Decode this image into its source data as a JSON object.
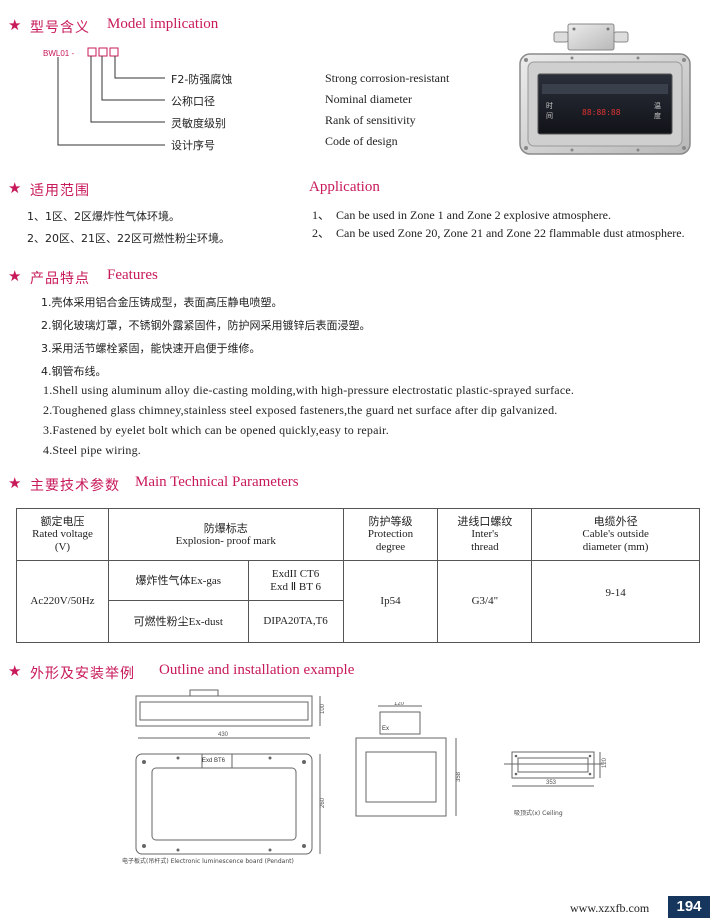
{
  "model_section": {
    "title_cn": "型号含义",
    "title_en": "Model implication",
    "code_prefix": "BWL01 -",
    "items": [
      {
        "cn": "F2-防强腐蚀",
        "en": "Strong corrosion-resistant"
      },
      {
        "cn": "公称口径",
        "en": "Nominal diameter"
      },
      {
        "cn": "灵敏度级别",
        "en": "Rank of sensitivity"
      },
      {
        "cn": "设计序号",
        "en": "Code of design"
      }
    ]
  },
  "device_display_labels": [
    "时",
    "间",
    "温",
    "度"
  ],
  "application_section": {
    "title_cn": "适用范围",
    "title_en": "Application",
    "items_cn": [
      "1、1区、2区爆炸性气体环境。",
      "2、20区、21区、22区可燃性粉尘环境。"
    ],
    "items_en_nums": [
      "1、",
      "2、"
    ],
    "items_en": [
      "Can be used in Zone 1 and Zone 2 explosive atmosphere.",
      "Can be used Zone 20, Zone 21 and Zone 22 flammable dust atmosphere."
    ]
  },
  "features_section": {
    "title_cn": "产品特点",
    "title_en": "Features",
    "items_cn": [
      "1.壳体采用铝合金压铸成型，表面高压静电喷塑。",
      "2.钢化玻璃灯罩，不锈钢外露紧固件，防护网采用镀锌后表面浸塑。",
      "3.采用活节螺栓紧固，能快速开启便于维修。",
      "4.钢管布线。"
    ],
    "items_en": [
      "1.Shell using aluminum alloy die-casting molding,with high-pressure electrostatic plastic-sprayed surface.",
      "2.Toughened glass chimney,stainless steel exposed fasteners,the guard net surface after dip galvanized.",
      "3.Fastened by eyelet bolt which can be opened quickly,easy to repair.",
      "4.Steel pipe wiring."
    ]
  },
  "tech_section": {
    "title_cn": "主要技术参数",
    "title_en": "Main Technical Parameters",
    "headers": [
      {
        "cn": "额定电压",
        "en": "Rated voltage",
        "en2": "(V)"
      },
      {
        "cn": "防爆标志",
        "en": "Explosion- proof mark"
      },
      {
        "cn": "防护等级",
        "en": "Protection",
        "en2": "degree"
      },
      {
        "cn": "进线口螺纹",
        "en": "Inter's",
        "en2": "thread"
      },
      {
        "cn": "电缆外径",
        "en": "Cable's outside",
        "en2": "diameter (mm)"
      }
    ],
    "voltage": "Ac220V/50Hz",
    "gas_label_cn": "爆炸性气体",
    "gas_label_en": "Ex-gas",
    "gas_mark_1": "ExdII CT6",
    "gas_mark_2": "Exd Ⅱ BT 6",
    "dust_label_cn": "可燃性粉尘",
    "dust_label_en": "Ex-dust",
    "dust_mark": "DIPA20TA,T6",
    "protection": "Ip54",
    "thread": "G3/4\"",
    "cable_diameter": "9-14"
  },
  "outline_section": {
    "title_cn": "外形及安装举例",
    "title_en": "Outline and installation example",
    "dims": {
      "w430": "430",
      "h100": "100",
      "h260": "260",
      "d120a": "120",
      "h358": "358",
      "d353": "353",
      "h120": "120"
    },
    "plate_text": "Exd  BT6",
    "side_text": "Ex",
    "caption_left": "电子板式(吊杆式) Electronic luminescence board (Pendant)",
    "caption_right": "吸顶式(x) Ceiling"
  },
  "footer": {
    "url": "www.xzxfb.com",
    "page": "194"
  },
  "colors": {
    "accent": "#c8195a",
    "page_badge": "#17365d"
  }
}
